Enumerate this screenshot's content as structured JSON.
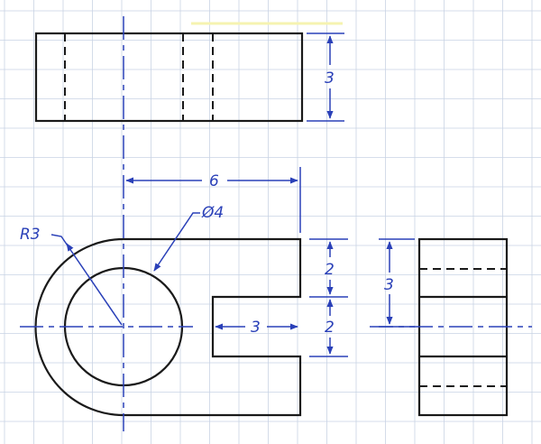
{
  "colors": {
    "paper": "#ffffff",
    "grid": "#c9d3e4",
    "object_line": "#1a1a1a",
    "dimension": "#2a40b8",
    "highlight": "#f6f3b0"
  },
  "labels": {
    "top_height": "3",
    "width_six": "6",
    "diameter": "Ø4",
    "radius": "R3",
    "upper_two": "2",
    "lower_two": "2",
    "slot_depth": "3",
    "side_height": "3"
  }
}
